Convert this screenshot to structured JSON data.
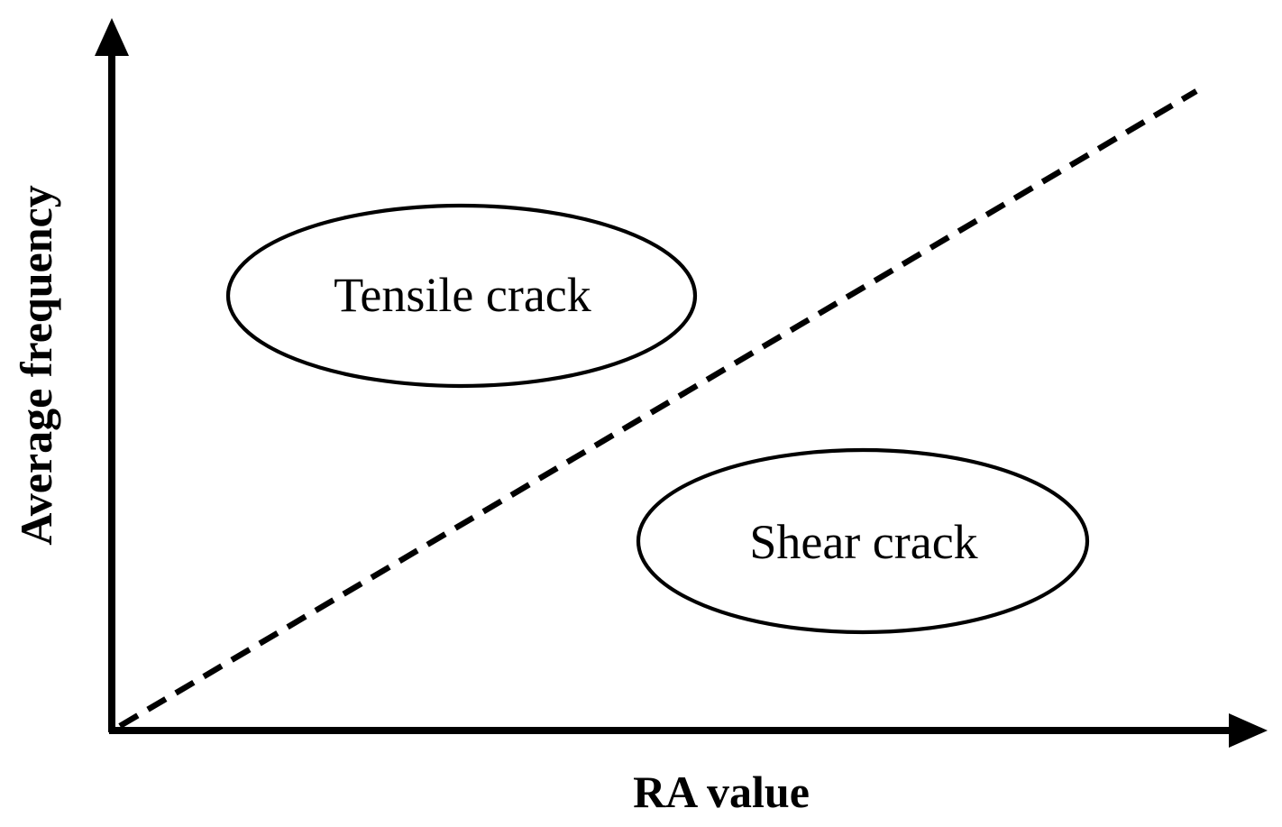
{
  "figure": {
    "background_color": "#ffffff",
    "line_color": "#000000",
    "axes": {
      "y_label": "Average frequency",
      "x_label": "RA value"
    },
    "regions": [
      {
        "name": "tensile",
        "label": "Tensile crack"
      },
      {
        "name": "shear",
        "label": "Shear crack"
      }
    ],
    "trend_line": {
      "name": "classification-boundary",
      "style": "dashed"
    }
  },
  "chart_data": {
    "type": "scatter",
    "title": "",
    "xlabel": "RA value",
    "ylabel": "Average frequency",
    "xlim": [
      0,
      1
    ],
    "ylim": [
      0,
      1
    ],
    "grid": false,
    "legend": "none",
    "annotations": [
      {
        "text": "Tensile crack",
        "shape": "ellipse",
        "center": [
          0.3,
          0.62
        ],
        "rx": 0.203,
        "ry": 0.127
      },
      {
        "text": "Shear crack",
        "shape": "ellipse",
        "center": [
          0.65,
          0.27
        ],
        "rx": 0.194,
        "ry": 0.127
      }
    ],
    "series": [
      {
        "name": "classification-boundary",
        "type": "line",
        "style": "dashed",
        "x": [
          0.0,
          1.0
        ],
        "y": [
          0.0,
          0.9
        ]
      }
    ]
  }
}
